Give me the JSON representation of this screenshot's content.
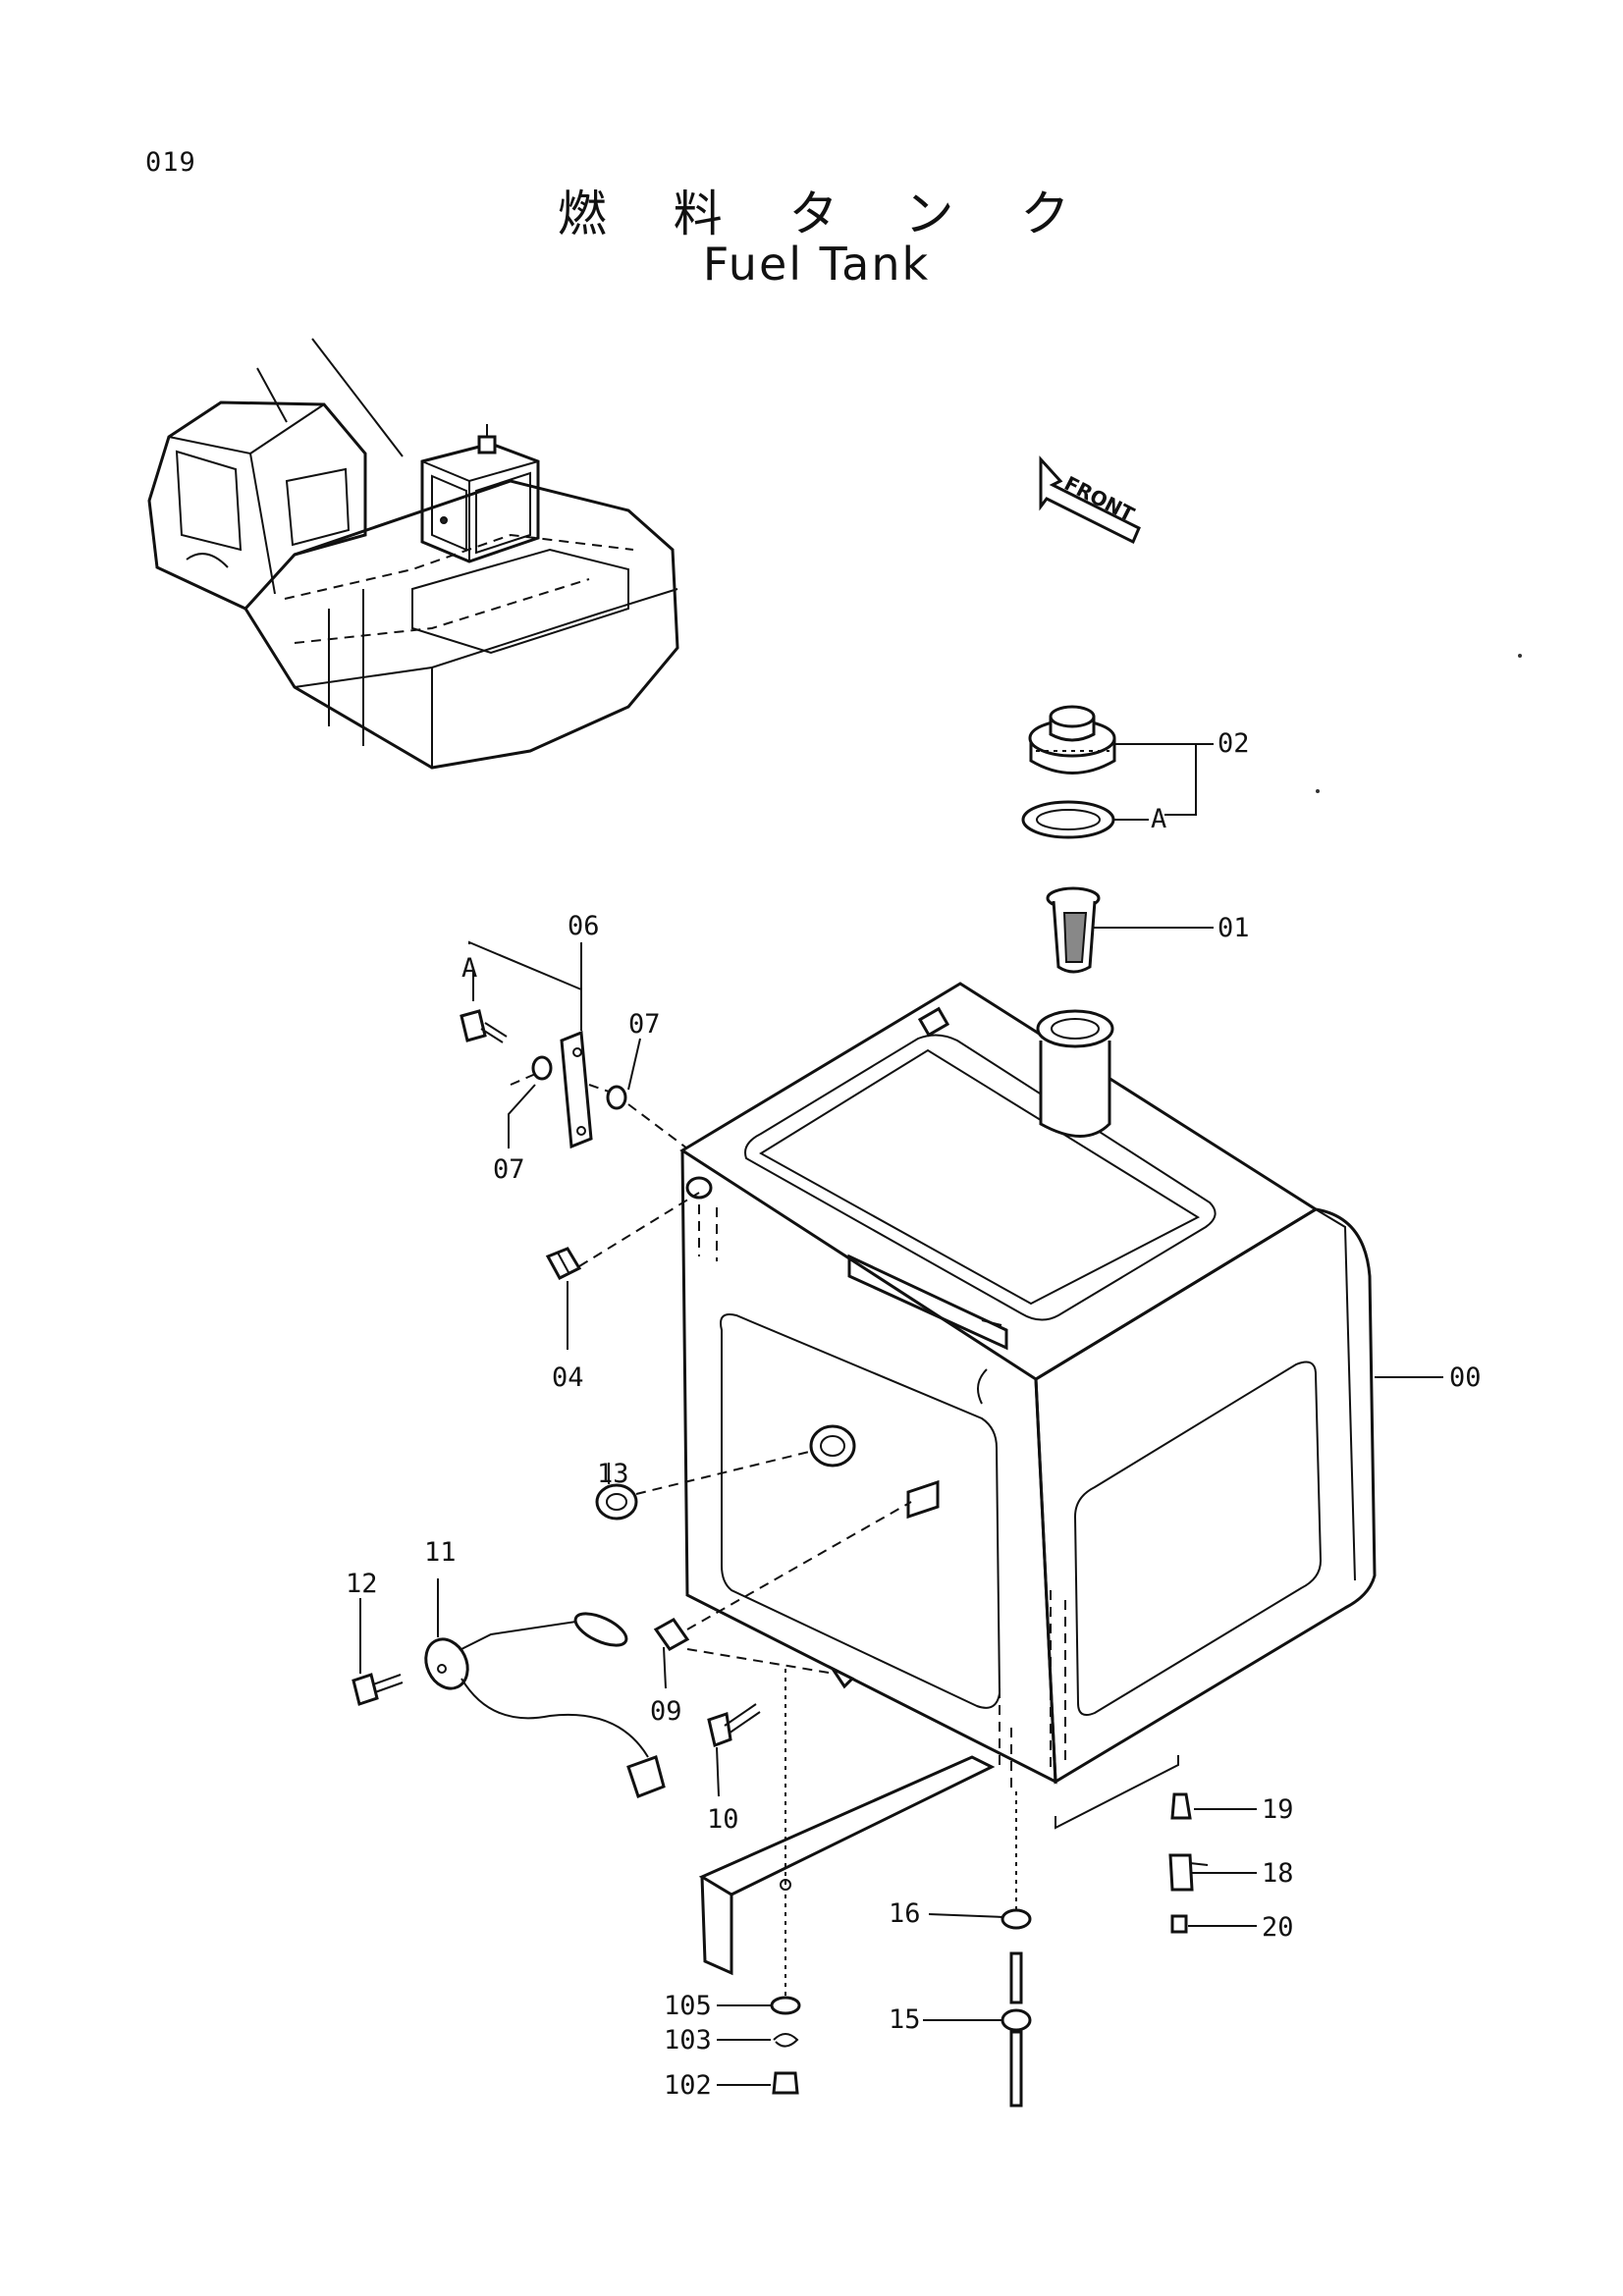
{
  "page_number": "019",
  "title_jp": "燃 料 タ ン ク",
  "title_en": "Fuel Tank",
  "front_label": "FRONT",
  "callouts": {
    "c00": "00",
    "c01": "01",
    "c02": "02",
    "cA_top": "A",
    "cA_left": "A",
    "c04": "04",
    "c06": "06",
    "c07_top": "07",
    "c07_bottom": "07",
    "c09": "09",
    "c10": "10",
    "c11": "11",
    "c12": "12",
    "c13": "13",
    "c15": "15",
    "c16": "16",
    "c18": "18",
    "c19": "19",
    "c20": "20",
    "c102": "102",
    "c103": "103",
    "c105": "105"
  }
}
